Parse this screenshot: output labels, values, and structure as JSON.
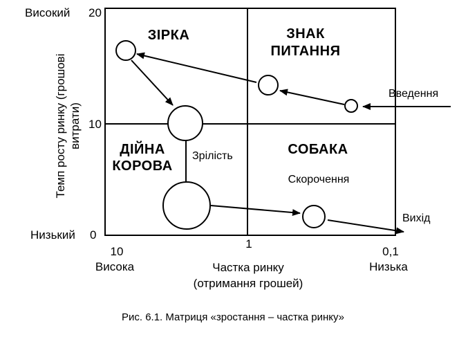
{
  "y_axis": {
    "title_line1": "Темп росту ринку (грошові",
    "title_line2": "витрати)",
    "high_label": "Високий",
    "high_value": "20",
    "mid_value": "10",
    "low_label": "Низький",
    "low_value": "0"
  },
  "x_axis": {
    "tick_left": "10",
    "tick_mid": "1",
    "tick_right": "0,1",
    "high_label": "Висока",
    "low_label": "Низька",
    "title_line1": "Частка ринку",
    "title_line2": "(отримання грошей)"
  },
  "quadrants": {
    "star": "ЗІРКА",
    "question_line1": "ЗНАК",
    "question_line2": "ПИТАННЯ",
    "cow_line1": "ДІЙНА",
    "cow_line2": "КОРОВА",
    "dog": "СОБАКА"
  },
  "stages": {
    "intro": "Введення",
    "maturity": "Зрілість",
    "decline": "Скорочення",
    "exit": "Вихід"
  },
  "caption": "Рис. 6.1. Матриця «зростання – частка ринку»",
  "colors": {
    "line": "#000000",
    "background": "#ffffff"
  }
}
